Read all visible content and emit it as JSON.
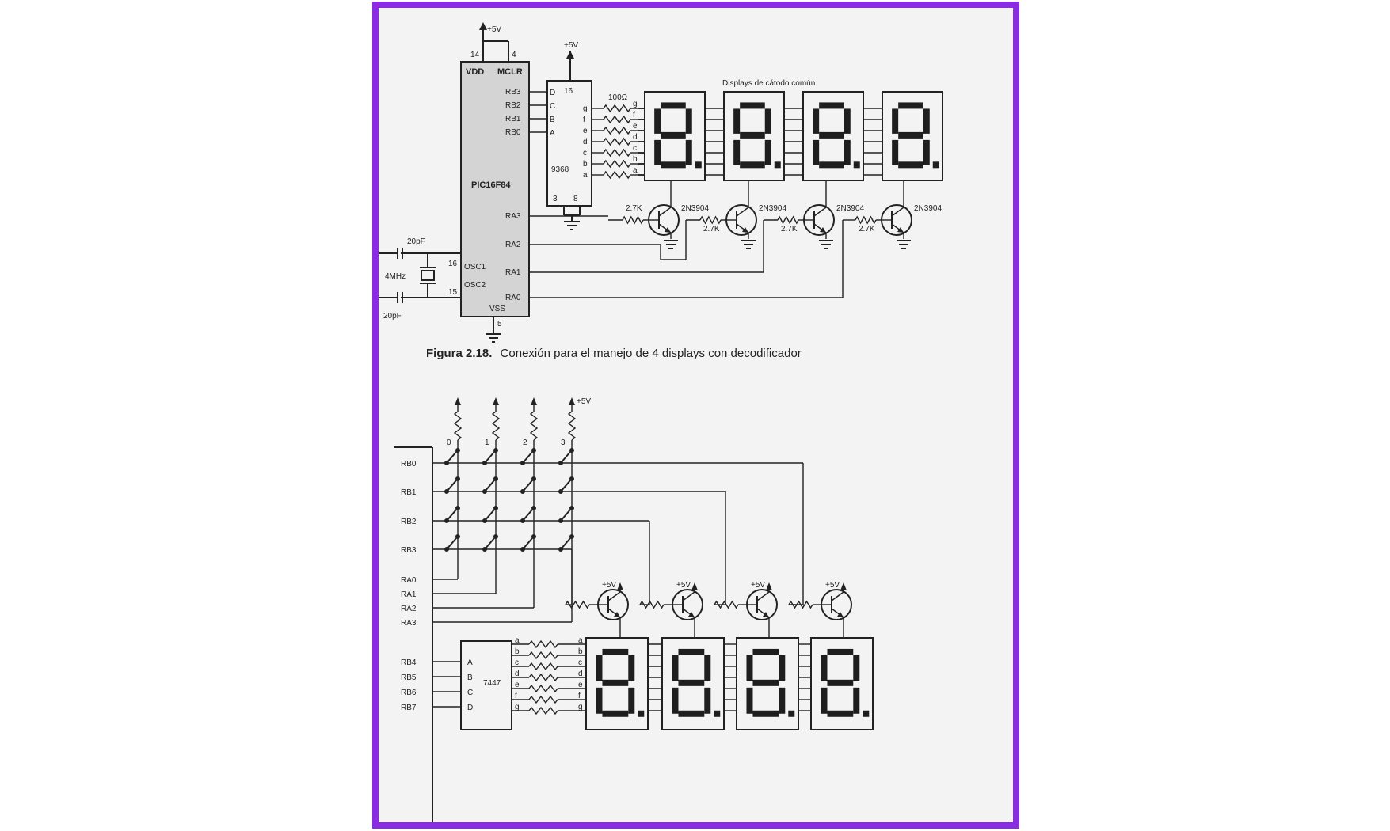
{
  "colors": {
    "frame": "#8b2be2",
    "paper": "#f3f3f3",
    "ink": "#222222",
    "chip_fill": "#d4d4d4"
  },
  "fig1": {
    "vcc_label": "+5V",
    "pin_vdd": "14",
    "pin_mclr": "4",
    "vdd_label": "VDD",
    "mclr_label": "MCLR",
    "pic_label": "PIC16F84",
    "vss_label": "VSS",
    "vss_pin": "5",
    "rb_pins": [
      "RB3",
      "RB2",
      "RB1",
      "RB0"
    ],
    "dcba_pins": [
      "D",
      "C",
      "B",
      "A"
    ],
    "ra_pins": [
      "RA3",
      "RA2",
      "RA1",
      "RA0"
    ],
    "osc1": "OSC1",
    "osc2": "OSC2",
    "osc1_pin": "16",
    "osc2_pin": "15",
    "crystal": "4MHz",
    "cap_top": "20pF",
    "cap_bottom": "20pF",
    "decoder_vcc": "+5V",
    "decoder_pin_top": "16",
    "decoder_label": "9368",
    "decoder_pins_bottom": [
      "3",
      "8"
    ],
    "decoder_outputs": [
      "g",
      "f",
      "e",
      "d",
      "c",
      "b",
      "a"
    ],
    "segment_letters": [
      "g",
      "f",
      "e",
      "d",
      "c",
      "b",
      "a"
    ],
    "resistor_label": "100Ω",
    "display_title": "Displays de cátodo común",
    "base_resistor": "2.7K",
    "transistor": "2N3904"
  },
  "caption": {
    "prefix": "Figura 2.18.",
    "text": "Conexión para el manejo de 4 displays con decodificador"
  },
  "fig2": {
    "vcc_label": "+5V",
    "key_numbers": [
      "0",
      "1",
      "2",
      "3"
    ],
    "rb_pins": [
      "RB0",
      "RB1",
      "RB2",
      "RB3"
    ],
    "ra_pins": [
      "RA0",
      "RA1",
      "RA2",
      "RA3"
    ],
    "rb_low_pins": [
      "RB4",
      "RB5",
      "RB6",
      "RB7"
    ],
    "decoder_inputs": [
      "A",
      "B",
      "C",
      "D"
    ],
    "decoder_label": "7447",
    "segment_letters": [
      "a",
      "b",
      "c",
      "d",
      "e",
      "f",
      "g"
    ],
    "transistor_vcc": "+5V"
  }
}
